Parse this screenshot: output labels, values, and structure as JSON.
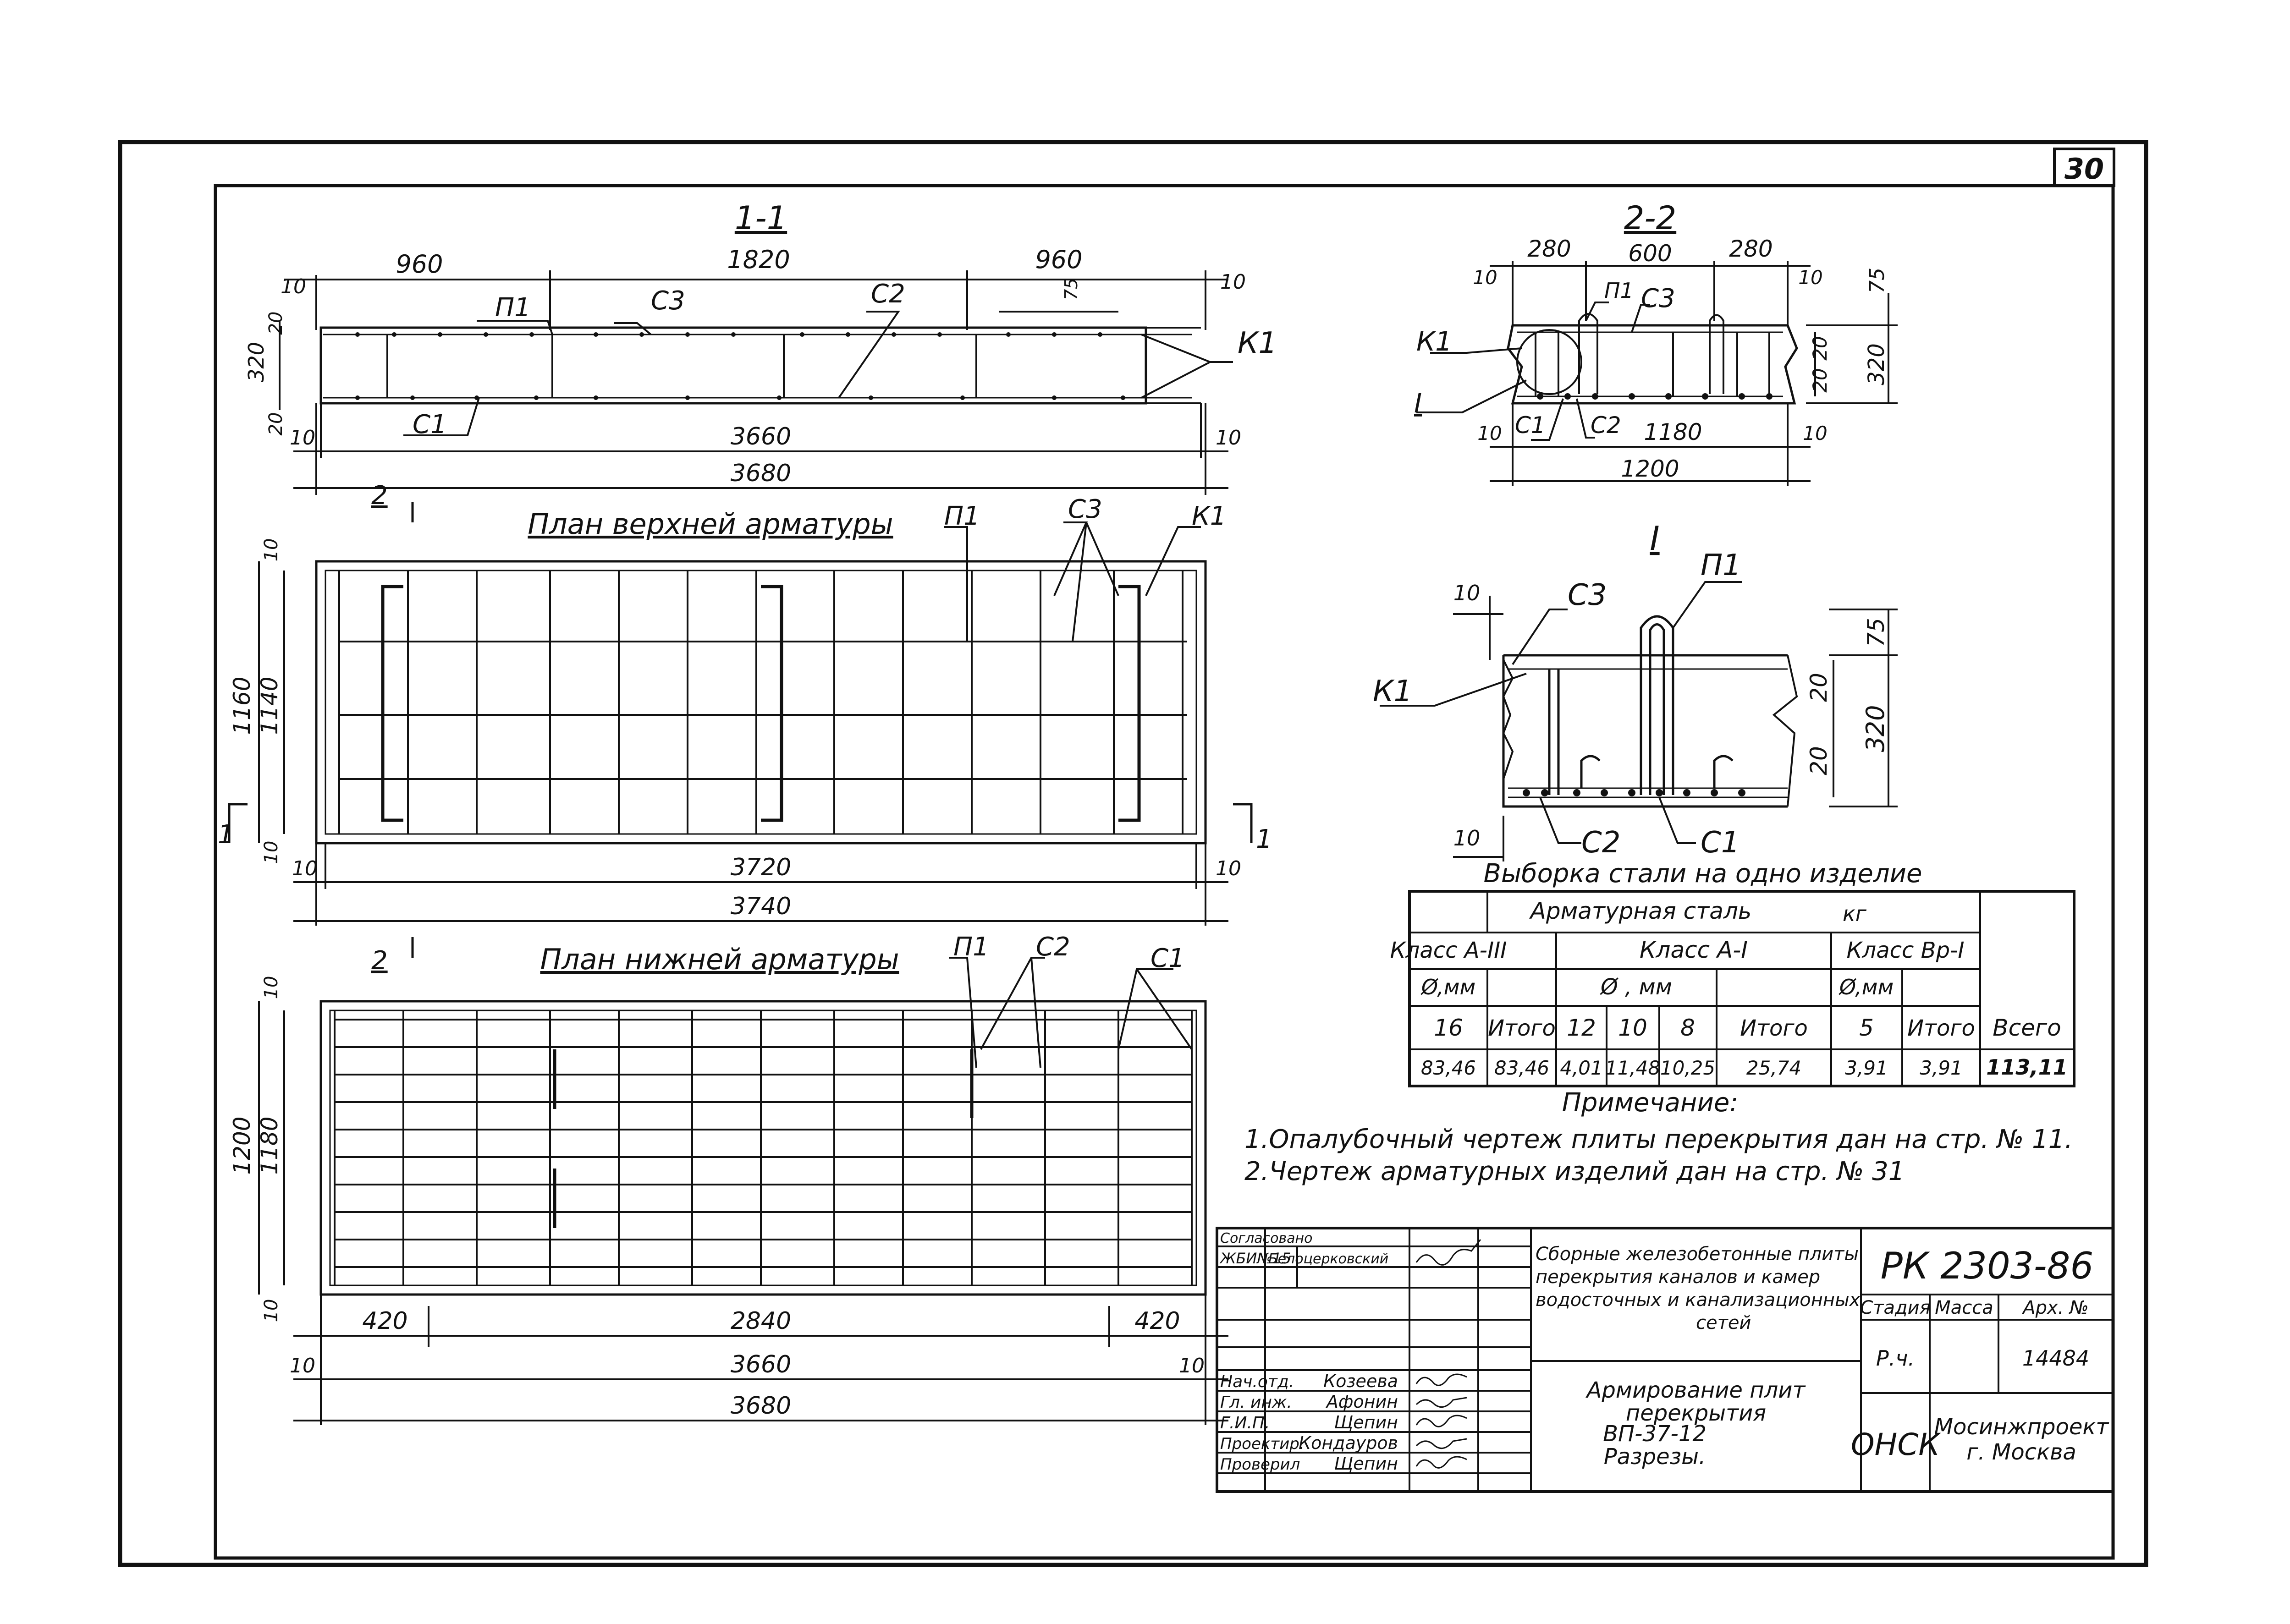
{
  "sheet_number": "30",
  "section_1": {
    "title": "1-1",
    "dims_top": [
      "960",
      "1820",
      "960"
    ],
    "dim_10": "10",
    "dim_20": "20",
    "dim_320": "320",
    "dim_75": "75",
    "dim_3660": "3660",
    "dim_3680": "3680",
    "labels": {
      "p1": "П1",
      "c3": "С3",
      "c2": "С2",
      "c1": "С1",
      "k1": "К1"
    }
  },
  "section_2": {
    "title": "2-2",
    "dims_top": [
      "280",
      "600",
      "280"
    ],
    "dim_10": "10",
    "dim_75": "75",
    "dim_20": "20",
    "dim_320": "320",
    "dim_1180": "1180",
    "dim_1200": "1200",
    "labels": {
      "k1": "К1",
      "i": "I",
      "p1": "П1",
      "c3": "С3",
      "c1": "С1",
      "c2": "С2"
    }
  },
  "detail_i": {
    "title": "I",
    "dim_10": "10",
    "dim_75": "75",
    "dim_20": "20",
    "dim_320": "320",
    "labels": {
      "c3": "С3",
      "p1": "П1",
      "k1": "К1",
      "c2": "С2",
      "c1": "С1"
    }
  },
  "plan_top": {
    "title": "План верхней арматуры",
    "cut_mark": "2",
    "section_mark": "1",
    "dim_1160": "1160",
    "dim_1140": "1140",
    "dim_10": "10",
    "dim_3720": "3720",
    "dim_3740": "3740",
    "labels": {
      "p1": "П1",
      "c3": "С3",
      "k1": "К1"
    }
  },
  "plan_bottom": {
    "title": "План нижней арматуры",
    "cut_mark": "2",
    "dim_1200": "1200",
    "dim_1180": "1180",
    "dim_10": "10",
    "dims_bottom": [
      "420",
      "2840",
      "420"
    ],
    "dim_3660": "3660",
    "dim_3680": "3680",
    "labels": {
      "p1": "П1",
      "c2": "С2",
      "c1": "С1"
    }
  },
  "steel_table": {
    "title": "Выборка стали на одно изделие",
    "header_main": "Арматурная   сталь",
    "unit": "кг",
    "class_a3": "Класс  A-III",
    "class_a1": "Класс    A-I",
    "class_bp1": "Класс  Bp-I",
    "dia_mm": "Ø,мм",
    "dia_mm_mid": "Ø   ,   мм",
    "col_d16": "16",
    "col_total": "Итого",
    "col_d12": "12",
    "col_d10": "10",
    "col_d8": "8",
    "col_d5": "5",
    "col_all": "Всего",
    "values": [
      "83,46",
      "83,46",
      "4,01",
      "11,48",
      "10,25",
      "25,74",
      "3,91",
      "3,91",
      "113,11"
    ]
  },
  "notes": {
    "title": "Примечание:",
    "items": [
      "1.Опалубочный  чертеж  плиты  перекрытия  дан  на  стр. № 11.",
      "2.Чертеж  арматурных  изделий  дан  на  стр.  № 31"
    ]
  },
  "title_block": {
    "agreed": "Согласовано",
    "org": "ЖБИ№15",
    "agreed_person": "Белоцерковский",
    "roles": [
      "Нач.отд.",
      "Гл. инж.",
      "Г.И.П.",
      "Проектир.",
      "Проверил"
    ],
    "names": [
      "Козеева",
      "Афонин",
      "Щепин",
      "Кондауров",
      "Щепин"
    ],
    "doc_code": "РК 2303-86",
    "project_title": "Сборные железобетонные плиты перекрытия каналов и камер водосточных и канализационных сетей",
    "sheet_title": [
      "Армирование  плит",
      "перекрытия",
      "ВП-37-12",
      "Разрезы."
    ],
    "stage_label": "Стадия",
    "mass_label": "Масса",
    "arch_label": "Арх. №",
    "stage": "Р.ч.",
    "arch_no": "14484",
    "dept": "ОНСК",
    "company": "Мосинжпроект",
    "city": "г. Москва"
  }
}
